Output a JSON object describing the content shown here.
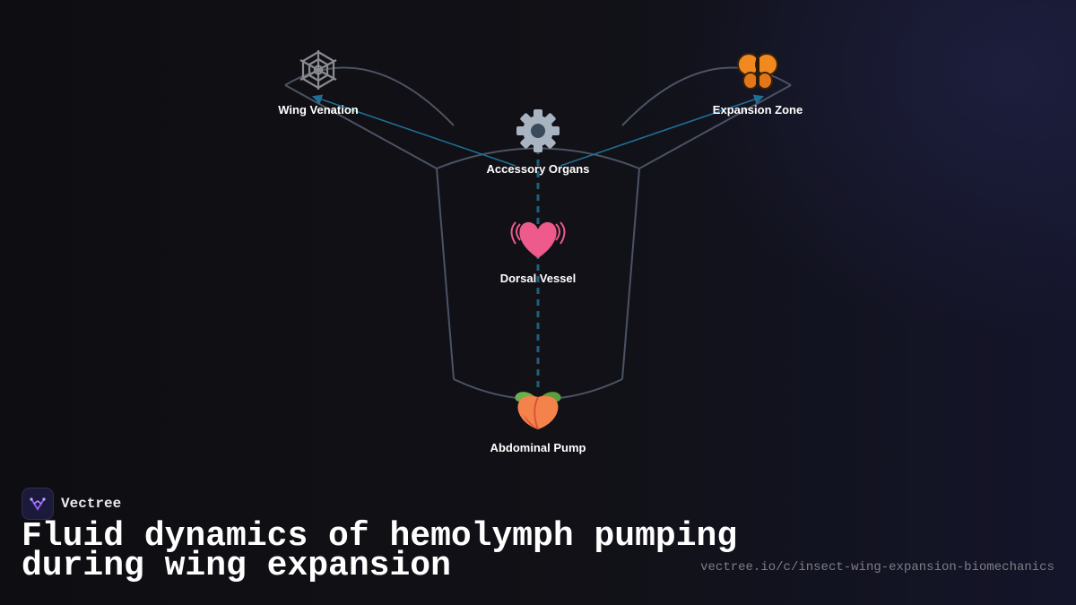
{
  "diagram": {
    "nodes": [
      {
        "id": "wing",
        "label": "Wing Venation",
        "icon": "spider-web-icon",
        "glyph": "🕸️"
      },
      {
        "id": "expansion",
        "label": "Expansion Zone",
        "icon": "butterfly-icon",
        "glyph": "🦋"
      },
      {
        "id": "accessory",
        "label": "Accessory Organs",
        "icon": "gear-icon",
        "glyph": "⚙️"
      },
      {
        "id": "dorsal",
        "label": "Dorsal Vessel",
        "icon": "beating-heart-icon",
        "glyph": "💓"
      },
      {
        "id": "abdominal",
        "label": "Abdominal Pump",
        "icon": "peach-icon",
        "glyph": "🍑"
      }
    ],
    "edges": [
      {
        "from": "abdominal",
        "to": "accessory",
        "style": "dashed"
      },
      {
        "from": "accessory",
        "to": "wing",
        "style": "arrow"
      },
      {
        "from": "accessory",
        "to": "expansion",
        "style": "arrow"
      }
    ],
    "colors": {
      "outline": "#4b5363",
      "edge": "#1f5f80",
      "background": "#0f0f13"
    }
  },
  "brand": {
    "name": "Vectree",
    "logo_icon": "vectree-logo-icon",
    "accent": "#8b5cf6"
  },
  "title": "Fluid dynamics of hemolymph pumping during wing expansion",
  "url": "vectree.io/c/insect-wing-expansion-biomechanics"
}
